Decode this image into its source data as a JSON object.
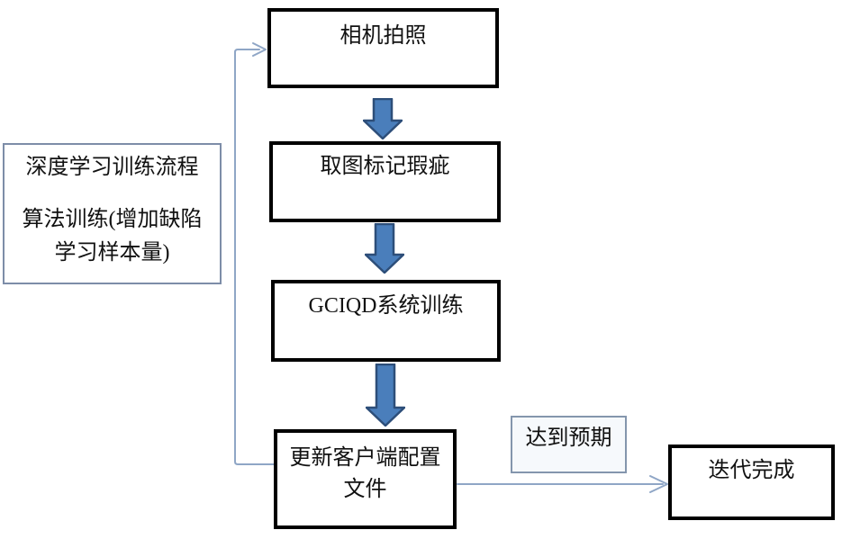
{
  "flow": {
    "steps": [
      {
        "id": "camera",
        "label": "相机拍照"
      },
      {
        "id": "mark",
        "label": "取图标记瑕疵"
      },
      {
        "id": "train",
        "label": "GCIQD系统训练"
      },
      {
        "id": "update",
        "lines": [
          "更新客户端配置",
          "文件"
        ]
      }
    ],
    "note": {
      "lines": [
        "深度学习训练流程",
        "算法训练(增加缺陷",
        "学习样本量)"
      ]
    },
    "branch": {
      "condition_label": "达到预期",
      "result_label": "迭代完成"
    },
    "edges": [
      "camera→mark",
      "mark→train",
      "train→update",
      "update→camera",
      "update→done"
    ]
  },
  "colors": {
    "background": "#ffffff",
    "box_border": "#000000",
    "text": "#111111",
    "arrow_fill": "#4a7ebb",
    "arrow_stroke": "#2d4e79",
    "connector": "#8fa6c6",
    "note_border": "#7d8da8",
    "label_border": "#8496ad",
    "label_fill": "#f6f9fc"
  }
}
